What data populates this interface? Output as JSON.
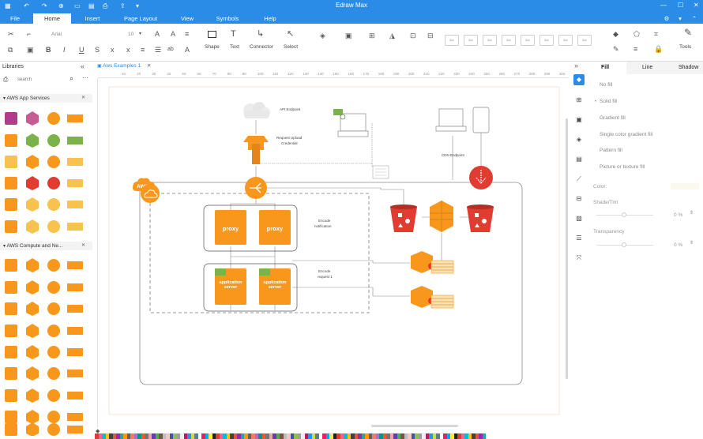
{
  "app": {
    "title": "Edraw Max"
  },
  "menus": [
    "File",
    "Home",
    "Insert",
    "Page Layout",
    "View",
    "Symbols",
    "Help"
  ],
  "ribbon": {
    "font_name": "Arial",
    "font_size": "10",
    "tools": [
      "Shape",
      "Text",
      "Connector",
      "Select"
    ],
    "right_tool": "Tools"
  },
  "libraries": {
    "title": "Libraries",
    "search_placeholder": "search",
    "sections": [
      "AWS App Services",
      "AWS Compute and Ne..."
    ]
  },
  "document": {
    "tab_label": "Aws Examples 1"
  },
  "ruler": {
    "labels": [
      "10",
      "20",
      "30",
      "40",
      "50",
      "60",
      "70",
      "80",
      "90",
      "100",
      "110",
      "120",
      "130",
      "140",
      "150",
      "160",
      "170",
      "180",
      "190",
      "200",
      "210",
      "220",
      "230",
      "240",
      "250",
      "260",
      "270",
      "280",
      "290",
      "300"
    ]
  },
  "diagram": {
    "aws_label": "AWS",
    "api_endpoint": "API Endpoint",
    "request_upload_1": "Request Upload",
    "request_upload_2": "Credential",
    "cdn_endpoint": "CDN Endpoint",
    "proxy_1": "proxy",
    "proxy_2": "proxy",
    "app_server_1_a": "application",
    "app_server_1_b": "server",
    "app_server_2_a": "application",
    "app_server_2_b": "server",
    "encode_notification_1": "Encode",
    "encode_notification_2": "notification",
    "encode_request_1": "Encode",
    "encode_request_2": "request 1"
  },
  "right_panel": {
    "tabs": [
      "Fill",
      "Line",
      "Shadow"
    ],
    "fill_options": [
      "No fill",
      "Solid fill",
      "Gradient fill",
      "Single color gradient fill",
      "Pattern fill",
      "Picture or texture fill"
    ],
    "color_label": "Color:",
    "shade_label": "Shade/Tint",
    "shade_value": "0 %",
    "transparency_label": "Transparency",
    "transparency_value": "0 %"
  },
  "colors": {
    "accent": "#2a8ce6",
    "aws_orange": "#f7981d",
    "s3_red": "#e03c31"
  }
}
